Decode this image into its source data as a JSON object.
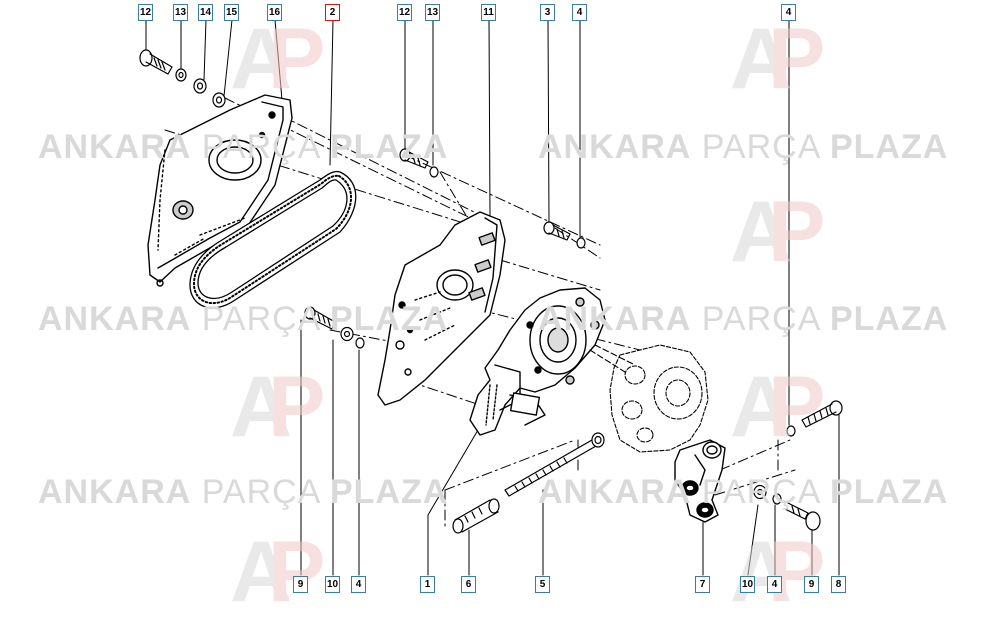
{
  "callouts_top": [
    "12",
    "13",
    "14",
    "15",
    "16",
    "2",
    "12",
    "13",
    "11",
    "3",
    "4",
    "4"
  ],
  "callouts_bottom": [
    "9",
    "10",
    "4",
    "1",
    "6",
    "5",
    "7",
    "10",
    "4",
    "9",
    "8"
  ],
  "highlighted_callout": "2",
  "highlight_color": "#e01010",
  "callout_border_color": "#3a7ca8",
  "watermark": {
    "word1": "ANKARA",
    "word2": "PARÇA",
    "word3": "PLAZA"
  },
  "logo": {
    "letter1": "A",
    "letter2": "P"
  }
}
